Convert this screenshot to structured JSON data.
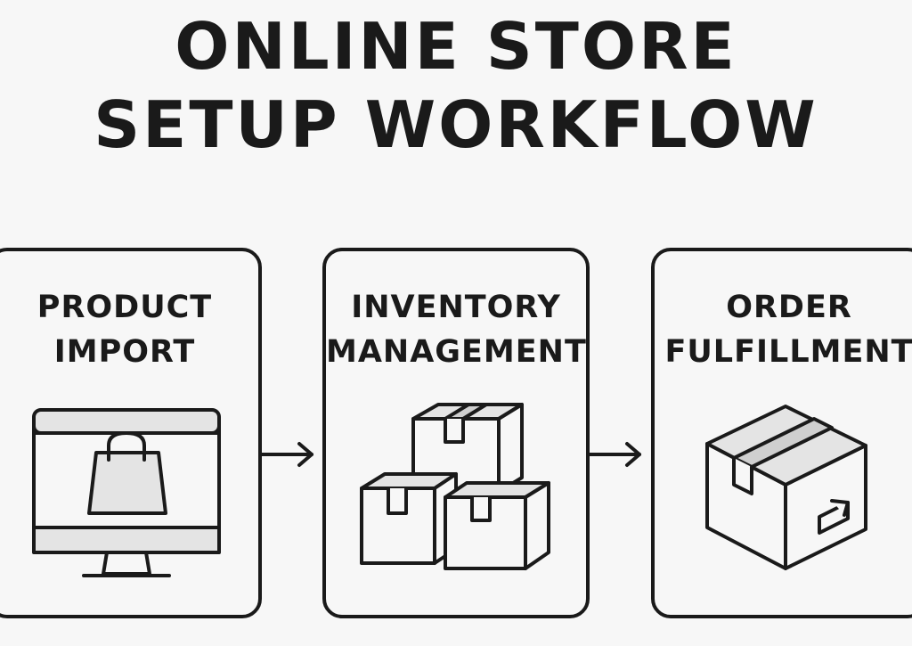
{
  "title": {
    "line1": "ONLINE STORE",
    "line2": "SETUP WORKFLOW"
  },
  "steps": [
    {
      "line1": "PRODUCT",
      "line2": "IMPORT",
      "icon": "monitor-shopping-bag-icon"
    },
    {
      "line1": "INVENTORY",
      "line2": "MANAGEMENT",
      "icon": "stacked-boxes-icon"
    },
    {
      "line1": "ORDER",
      "line2": "FULFILLMENT",
      "icon": "shipping-box-icon"
    }
  ],
  "colors": {
    "ink": "#1a1a1a",
    "background": "#f7f7f7",
    "fill": "#e4e4e4"
  }
}
